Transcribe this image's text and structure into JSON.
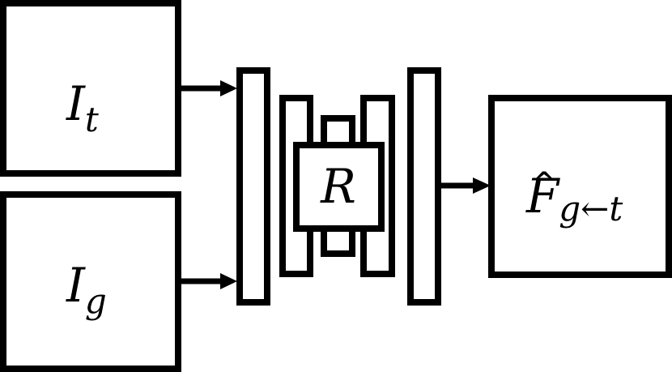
{
  "diagram": {
    "input_top": {
      "main": "I",
      "subscript": "t"
    },
    "input_bottom": {
      "main": "I",
      "subscript": "g"
    },
    "core_block": {
      "label": "R"
    },
    "output": {
      "hat": "^",
      "main": "F",
      "subscript": "g←t"
    }
  },
  "colors": {
    "stroke": "#000000",
    "fill": "#ffffff"
  }
}
